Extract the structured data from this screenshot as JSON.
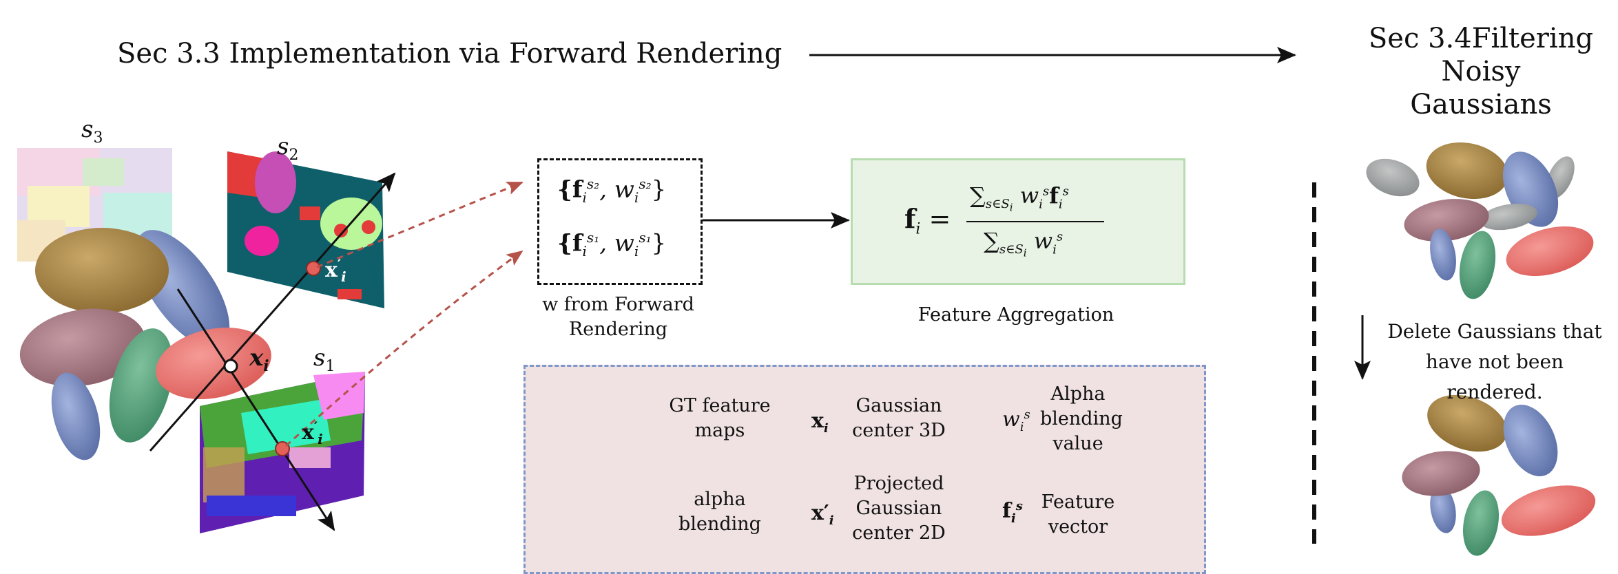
{
  "title_left": "Sec 3.3 Implementation via Forward Rendering",
  "title_right_line1": "Sec 3.4Filtering",
  "title_right_line2": "Noisy Gaussians",
  "labels": {
    "s3": "s",
    "s3_sub": "3",
    "s2": "s",
    "s2_sub": "2",
    "s1": "s",
    "s1_sub": "1",
    "x_i": "x",
    "x_i_sub": "i",
    "x_prime": "x",
    "x_prime_sub": "i"
  },
  "weights": {
    "row1": "{f",
    "row1_sup": "s₂",
    "row1_sub": "i",
    "row1_w": ", w",
    "row1_wsup": "s₂",
    "row1_wsub": "i",
    "row2": "{f",
    "row2_sup": "s₁",
    "row2_sub": "i",
    "row2_w": ", w",
    "row2_wsup": "s₁",
    "row2_wsub": "i",
    "caption_line1": "w from Forward",
    "caption_line2": "Rendering"
  },
  "aggregation": {
    "caption": "Feature Aggregation"
  },
  "legend": {
    "gt_line1": "GT feature",
    "gt_line2": "maps",
    "xi_sym": "x",
    "xi_sub": "i",
    "xi_line1": "Gaussian",
    "xi_line2": "center 3D",
    "w_sym": "w",
    "w_sup": "s",
    "w_sub": "i",
    "w_line1": "Alpha",
    "w_line2": "blending",
    "w_line3": "value",
    "ab_line1": "alpha",
    "ab_line2": "blending",
    "xp_sym": "x′",
    "xp_sub": "i",
    "xp_line1": "Projected",
    "xp_line2": "Gaussian",
    "xp_line3": "center 2D",
    "f_sym": "f",
    "f_sup": "s",
    "f_sub": "i",
    "f_line1": "Feature",
    "f_line2": "vector"
  },
  "filter": {
    "line1": "Delete Gaussians that",
    "line2": "have not been rendered."
  },
  "colors": {
    "agg_fill": "#e8f3e5",
    "agg_border": "#b7dcae",
    "legend_fill": "#f0e2e3",
    "legend_border": "#7f96c9",
    "dashed_arrow": "#b5524a"
  }
}
